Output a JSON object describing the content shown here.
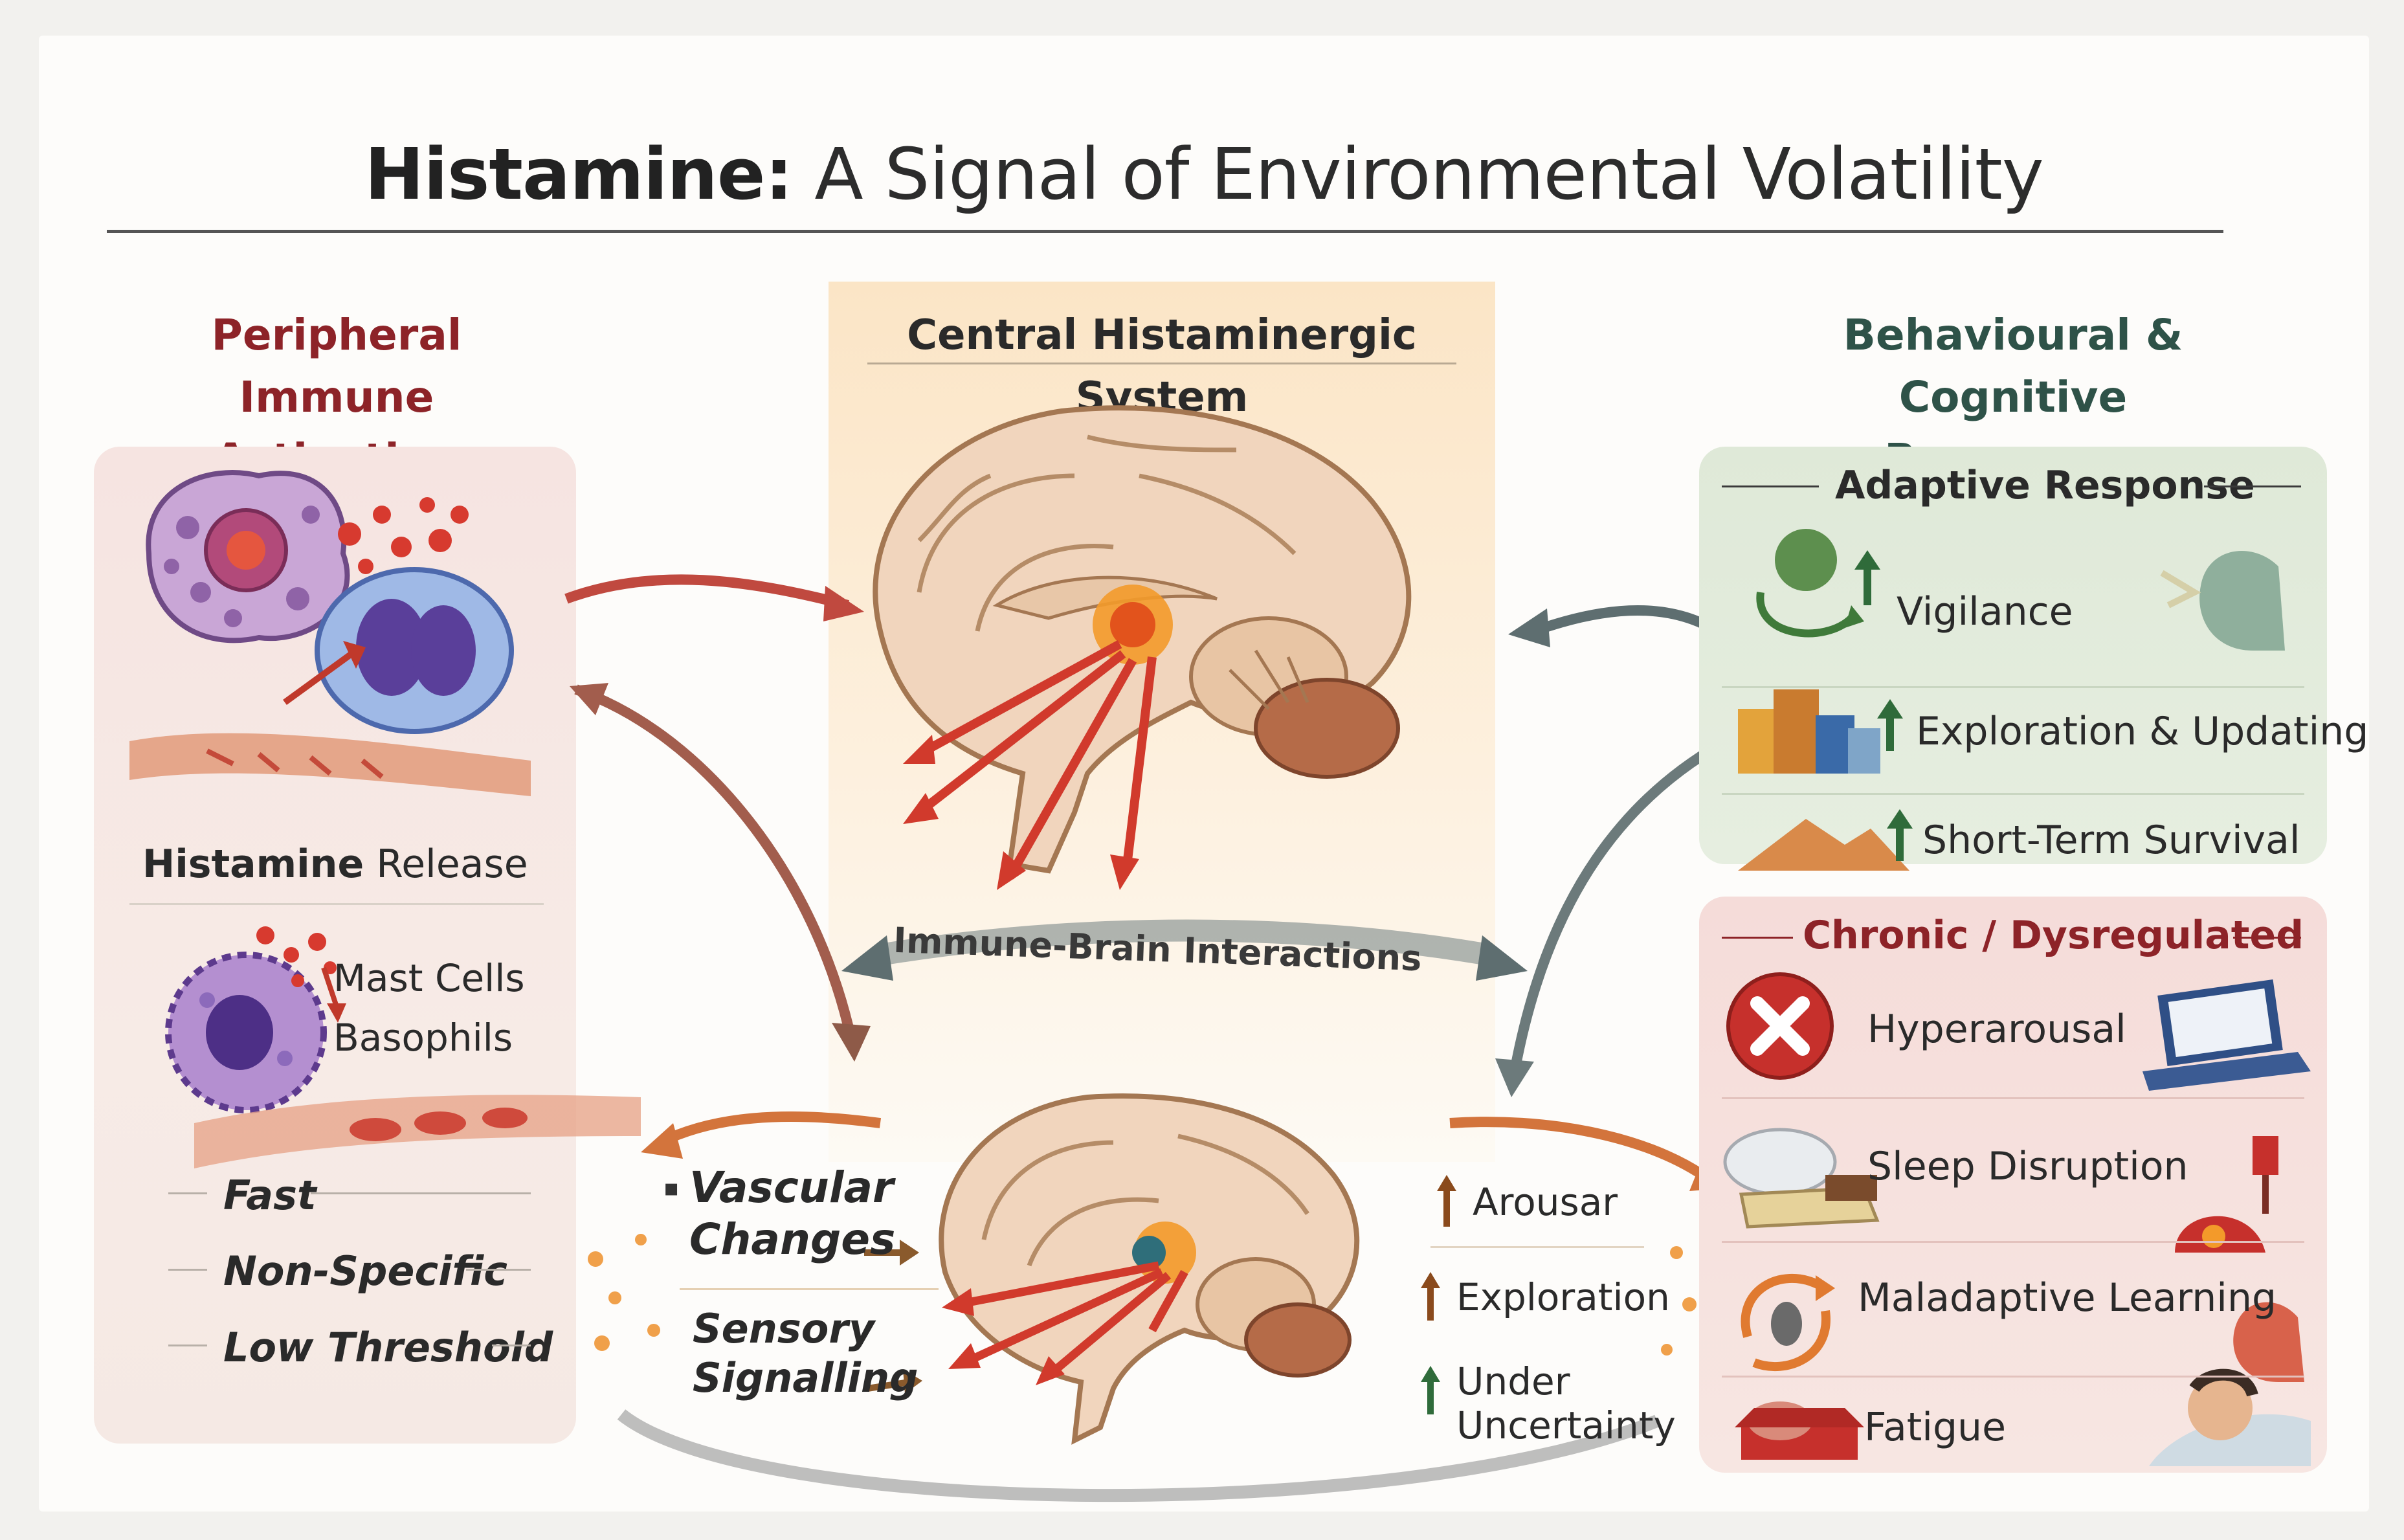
{
  "title": {
    "bold": "Histamine:",
    "rest": " A Signal of Environmental Volatility"
  },
  "left": {
    "heading_line1": "Peripheral Immune",
    "heading_line2": "Activation",
    "release_bold": "Histamine",
    "release_rest": " Release",
    "mast_cells": "Mast Cells",
    "basophils": "Basophils",
    "props": [
      "Fast",
      "Non-Specific",
      "Low Threshold"
    ]
  },
  "center": {
    "heading": "Central Histaminergic System",
    "interactions": "Immune-Brain Interactions",
    "vascular_line1": "Vascular",
    "vascular_line2": "Changes",
    "sensory_line1": "Sensory",
    "sensory_line2": "Signalling",
    "arousal": "Arousar",
    "exploration": "Exploration",
    "under_line1": "Under",
    "under_line2": "Uncertainty"
  },
  "right": {
    "heading_line1": "Behavioural & Cognitive",
    "heading_line2": "Responses",
    "adaptive": {
      "title": "Adaptive Response",
      "items": [
        "Vigilance",
        "Exploration & Updating",
        "Short-Term Survival"
      ]
    },
    "chronic": {
      "title": "Chronic / Dysregulated",
      "items": [
        "Hyperarousal",
        "Sleep Disruption",
        "Maladaptive Learning",
        "Fatigue"
      ]
    }
  },
  "colors": {
    "red_heading": "#8d2328",
    "green_heading": "#2e5248",
    "red_arrow": "#c0392b",
    "grey_arrow": "#5e6e70",
    "up_arrow_green": "#2f6b3a",
    "up_arrow_brown": "#8a4a1c"
  }
}
